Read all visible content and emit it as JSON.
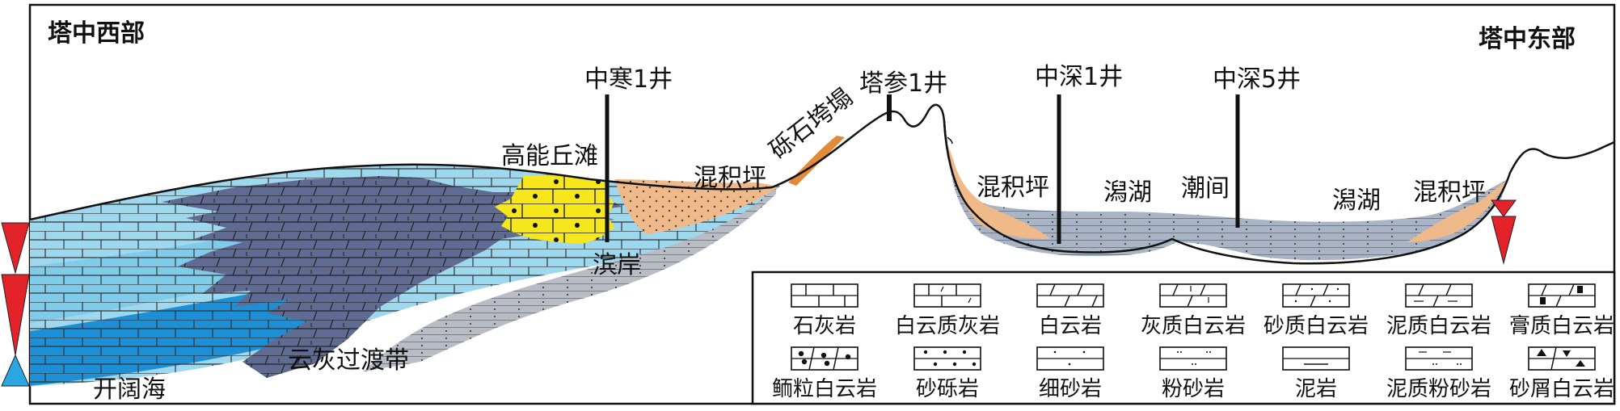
{
  "regions": {
    "west": "塔中西部",
    "east": "塔中东部"
  },
  "wells": [
    {
      "name": "中寒1井"
    },
    {
      "name": "塔参1井"
    },
    {
      "name": "中深1井"
    },
    {
      "name": "中深5井"
    }
  ],
  "facies": {
    "high_energy_shoal": "高能丘滩",
    "mixed_flat_west": "混积坪",
    "gravel_collapse": "砾石垮塌",
    "shore": "滨岸",
    "mixed_flat_east1": "混积坪",
    "lagoon1": "潟湖",
    "intertidal": "潮间",
    "lagoon2": "潟湖",
    "mixed_flat_east2": "混积坪",
    "dolomite_limestone_transition": "云灰过渡带",
    "open_sea": "开阔海"
  },
  "legend": [
    {
      "label": "石灰岩",
      "pattern": "limestone"
    },
    {
      "label": "白云质灰岩",
      "pattern": "dolomitic-limestone"
    },
    {
      "label": "白云岩",
      "pattern": "dolomite"
    },
    {
      "label": "灰质白云岩",
      "pattern": "calcareous-dolomite"
    },
    {
      "label": "砂质白云岩",
      "pattern": "sandy-dolomite"
    },
    {
      "label": "泥质白云岩",
      "pattern": "argillaceous-dolomite"
    },
    {
      "label": "膏质白云岩",
      "pattern": "gypsiferous-dolomite"
    },
    {
      "label": "鲕粒白云岩",
      "pattern": "oolitic-dolomite"
    },
    {
      "label": "砂砾岩",
      "pattern": "glutenite"
    },
    {
      "label": "细砂岩",
      "pattern": "fine-sandstone"
    },
    {
      "label": "粉砂岩",
      "pattern": "siltstone"
    },
    {
      "label": "泥岩",
      "pattern": "mudstone"
    },
    {
      "label": "泥质粉砂岩",
      "pattern": "argillaceous-siltstone"
    },
    {
      "label": "砂屑白云岩",
      "pattern": "calcarenite-dolomite"
    }
  ],
  "colors": {
    "open_sea_blue": "#1c8fd6",
    "light_blue": "#9ed8ef",
    "mid_blue": "#7ecbea",
    "slate": "#5f6b92",
    "shoal_yellow": "#f6e61c",
    "sand": "#efb98a",
    "gray_band": "#b8bcc4",
    "lagoon_gray": "#a9b5c6",
    "triangle_red": "#e3222a",
    "triangle_blue": "#2aa7e3"
  }
}
